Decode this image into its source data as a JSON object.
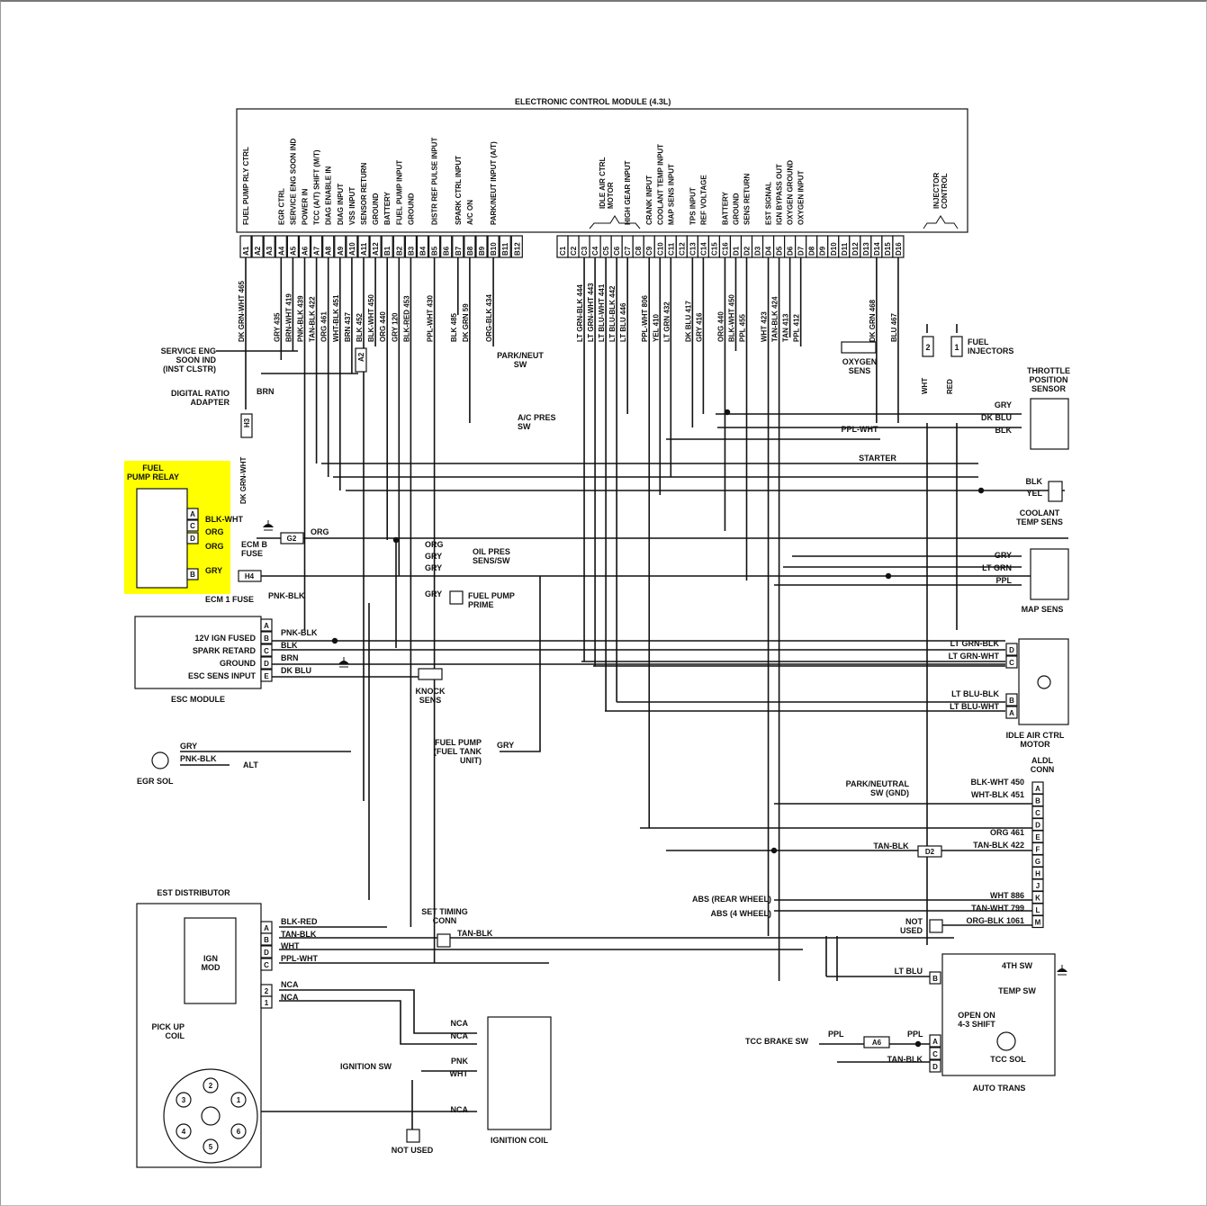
{
  "ecm": {
    "title": "ELECTRONIC CONTROL MODULE (4.3L)",
    "functions": [
      {
        "pin": "A1",
        "label": "FUEL PUMP RLY CTRL",
        "wire": "DK GRN-WHT 465"
      },
      {
        "pin": "A2",
        "label": "",
        "wire": ""
      },
      {
        "pin": "A3",
        "label": "",
        "wire": ""
      },
      {
        "pin": "A4",
        "label": "EGR CTRL",
        "wire": "GRY 435"
      },
      {
        "pin": "A5",
        "label": "SERVICE ENG SOON IND",
        "wire": "BRN-WHT 419"
      },
      {
        "pin": "A6",
        "label": "POWER IN",
        "wire": "PNK-BLK 439"
      },
      {
        "pin": "A7",
        "label": "TCC (A/T) SHIFT (M/T)",
        "wire": "TAN-BLK 422"
      },
      {
        "pin": "A8",
        "label": "DIAG ENABLE IN",
        "wire": "ORG 461"
      },
      {
        "pin": "A9",
        "label": "DIAG INPUT",
        "wire": "WHT-BLK 451"
      },
      {
        "pin": "A10",
        "label": "VSS INPUT",
        "wire": "BRN 437"
      },
      {
        "pin": "A11",
        "label": "SENSOR RETURN",
        "wire": "BLK 452"
      },
      {
        "pin": "A12",
        "label": "GROUND",
        "wire": "BLK-WHT 450"
      },
      {
        "pin": "B1",
        "label": "BATTERY",
        "wire": "ORG 440"
      },
      {
        "pin": "B2",
        "label": "FUEL PUMP INPUT",
        "wire": "GRY 120"
      },
      {
        "pin": "B3",
        "label": "GROUND",
        "wire": "BLK-RED 453"
      },
      {
        "pin": "B4",
        "label": "",
        "wire": ""
      },
      {
        "pin": "B5",
        "label": "DISTR REF PULSE INPUT",
        "wire": "PPL-WHT 430"
      },
      {
        "pin": "B6",
        "label": "",
        "wire": ""
      },
      {
        "pin": "B7",
        "label": "SPARK CTRL INPUT",
        "wire": "BLK 485"
      },
      {
        "pin": "B8",
        "label": "A/C ON",
        "wire": "DK GRN 59"
      },
      {
        "pin": "B9",
        "label": "",
        "wire": ""
      },
      {
        "pin": "B10",
        "label": "PARK/NEUT INPUT (A/T)",
        "wire": "ORG-BLK 434"
      },
      {
        "pin": "B11",
        "label": "",
        "wire": ""
      },
      {
        "pin": "B12",
        "label": "",
        "wire": ""
      },
      {
        "pin": "C1",
        "label": "",
        "wire": ""
      },
      {
        "pin": "C2",
        "label": "",
        "wire": ""
      },
      {
        "pin": "C3",
        "label": "",
        "wire": "LT GRN-BLK 444"
      },
      {
        "pin": "C4",
        "label": "",
        "wire": "LT GRN-WHT 443"
      },
      {
        "pin": "C5",
        "label": "",
        "wire": "LT BLU-WHT 441"
      },
      {
        "pin": "C6",
        "label": "",
        "wire": "LT BLU-BLK 442"
      },
      {
        "pin": "C7",
        "label": "HIGH GEAR INPUT",
        "wire": "LT BLU 446"
      },
      {
        "pin": "C8",
        "label": "",
        "wire": ""
      },
      {
        "pin": "C9",
        "label": "CRANK INPUT",
        "wire": "PPL-WHT 806"
      },
      {
        "pin": "C10",
        "label": "COOLANT TEMP INPUT",
        "wire": "YEL 410"
      },
      {
        "pin": "C11",
        "label": "MAP SENS INPUT",
        "wire": "LT GRN 432"
      },
      {
        "pin": "C12",
        "label": "",
        "wire": ""
      },
      {
        "pin": "C13",
        "label": "TPS INPUT",
        "wire": "DK BLU 417"
      },
      {
        "pin": "C14",
        "label": "REF VOLTAGE",
        "wire": "GRY 416"
      },
      {
        "pin": "C15",
        "label": "",
        "wire": ""
      },
      {
        "pin": "C16",
        "label": "BATTERY",
        "wire": "ORG 440"
      },
      {
        "pin": "D1",
        "label": "GROUND",
        "wire": "BLK-WHT 450"
      },
      {
        "pin": "D2",
        "label": "SENS RETURN",
        "wire": "PPL 455"
      },
      {
        "pin": "D3",
        "label": "",
        "wire": ""
      },
      {
        "pin": "D4",
        "label": "EST SIGNAL",
        "wire": "WHT 423"
      },
      {
        "pin": "D5",
        "label": "IGN BYPASS OUT",
        "wire": "TAN-BLK 424"
      },
      {
        "pin": "D6",
        "label": "OXYGEN GROUND",
        "wire": "TAN 413"
      },
      {
        "pin": "D7",
        "label": "OXYGEN INPUT",
        "wire": "PPL 412"
      },
      {
        "pin": "D8",
        "label": "",
        "wire": ""
      },
      {
        "pin": "D9",
        "label": "",
        "wire": ""
      },
      {
        "pin": "D10",
        "label": "",
        "wire": ""
      },
      {
        "pin": "D11",
        "label": "",
        "wire": ""
      },
      {
        "pin": "D12",
        "label": "",
        "wire": ""
      },
      {
        "pin": "D13",
        "label": "",
        "wire": ""
      },
      {
        "pin": "D14",
        "label": "",
        "wire": "DK GRN 468"
      },
      {
        "pin": "D15",
        "label": "",
        "wire": ""
      },
      {
        "pin": "D16",
        "label": "",
        "wire": "BLU 467"
      }
    ],
    "group_labels": {
      "idle_air": "IDLE AIR CTRL MOTOR",
      "injector": "INJECTOR CONTROL"
    }
  },
  "labels": {
    "service_eng": [
      "SERVICE ENG",
      "SOON IND",
      "(INST CLSTR)"
    ],
    "digital_ratio": [
      "DIGITAL RATIO",
      "ADAPTER"
    ],
    "digital_ratio_wire": "BRN",
    "park_neut_sw": [
      "PARK/NEUT",
      "SW"
    ],
    "ac_pres_sw": [
      "A/C PRES",
      "SW"
    ],
    "oxygen_sens": [
      "OXYGEN",
      "SENS"
    ],
    "fuel_injectors": [
      "FUEL",
      "INJECTORS"
    ],
    "injector_wires": [
      "WHT",
      "RED"
    ],
    "injector_nums": [
      "2",
      "1"
    ],
    "tps": [
      "THROTTLE",
      "POSITION",
      "SENSOR"
    ],
    "tps_wires": [
      "GRY",
      "DK BLU",
      "BLK"
    ],
    "starter": "STARTER",
    "starter_wire": "PPL-WHT",
    "coolant": [
      "COOLANT",
      "TEMP SENS"
    ],
    "coolant_wires": [
      "BLK",
      "YEL"
    ],
    "map_sens": "MAP SENS",
    "map_wires": [
      "GRY",
      "LT GRN",
      "PPL"
    ],
    "fuel_pump_relay": [
      "FUEL",
      "PUMP RELAY"
    ],
    "relay_pins": [
      "A",
      "C",
      "D",
      "B"
    ],
    "relay_wires": [
      "BLK-WHT",
      "ORG",
      "ORG",
      "GRY"
    ],
    "ecm_b_fuse": [
      "ECM B",
      "FUSE"
    ],
    "ecm_1_fuse": "ECM 1 FUSE",
    "ecm_1_wire": "PNK-BLK",
    "g2": "G2",
    "g2_wire": "ORG",
    "h3": "H3",
    "h4": "H4",
    "a2": "A2",
    "dk_grn_wht": "DK GRN-WHT",
    "oil_pres": [
      "OIL PRES",
      "SENS/SW"
    ],
    "oil_wires": [
      "ORG",
      "GRY",
      "GRY"
    ],
    "fuel_pump_prime": [
      "FUEL PUMP",
      "PRIME"
    ],
    "fuel_pump_prime_wire": "GRY",
    "esc_module": "ESC MODULE",
    "esc_pins": [
      "A",
      "B",
      "C",
      "D",
      "E"
    ],
    "esc_funcs": [
      "",
      "12V IGN FUSED",
      "SPARK RETARD",
      "GROUND",
      "ESC SENS INPUT"
    ],
    "esc_wires": [
      "PNK-BLK",
      "BLK",
      "BRN",
      "DK BLU"
    ],
    "knock_sens": [
      "KNOCK",
      "SENS"
    ],
    "fuel_pump_tank": [
      "FUEL PUMP",
      "(FUEL TANK",
      "UNIT)"
    ],
    "fuel_pump_tank_wire": "GRY",
    "egr_sol": "EGR SOL",
    "egr_wires": [
      "GRY",
      "PNK-BLK"
    ],
    "alt": "ALT",
    "iac_motor": [
      "IDLE AIR CTRL",
      "MOTOR"
    ],
    "iac_pins": [
      "D",
      "C",
      "B",
      "A"
    ],
    "iac_wires": [
      "LT GRN-BLK",
      "LT GRN-WHT",
      "LT BLU-BLK",
      "LT BLU-WHT"
    ],
    "aldl": [
      "ALDL",
      "CONN"
    ],
    "aldl_pins": [
      "A",
      "B",
      "C",
      "D",
      "E",
      "F",
      "G",
      "H",
      "J",
      "K",
      "L",
      "M"
    ],
    "park_neutral_gnd": [
      "PARK/NEUTRAL",
      "SW (GND)"
    ],
    "aldl_wires": [
      "BLK-WHT 450",
      "WHT-BLK 451",
      "ORG 461",
      "TAN-BLK 422",
      "WHT 886",
      "TAN-WHT 799",
      "ORG-BLK 1061"
    ],
    "tan_blk": "TAN-BLK",
    "d2": "D2",
    "abs_rear": "ABS (REAR WHEEL)",
    "abs_4": "ABS (4 WHEEL)",
    "not_used": [
      "NOT",
      "USED"
    ],
    "est_distributor": "EST DISTRIBUTOR",
    "ign_mod": [
      "IGN",
      "MOD"
    ],
    "pick_up_coil": [
      "PICK UP",
      "COIL"
    ],
    "dist_pins": [
      "A",
      "B",
      "D",
      "C",
      "2",
      "1"
    ],
    "dist_wires": [
      "BLK-RED",
      "TAN-BLK",
      "WHT",
      "PPL-WHT",
      "NCA",
      "NCA"
    ],
    "set_timing": [
      "SET TIMING",
      "CONN"
    ],
    "set_timing_wire": "TAN-BLK",
    "cylinders": [
      "1",
      "2",
      "3",
      "4",
      "5",
      "6"
    ],
    "ignition_sw": "IGNITION SW",
    "ign_coil_wires": [
      "NCA",
      "NCA",
      "PNK",
      "WHT",
      "NCA"
    ],
    "ignition_coil": "IGNITION COIL",
    "not_used_bottom": "NOT USED",
    "auto_trans": "AUTO TRANS",
    "trans_pins": [
      "B",
      "A",
      "C",
      "D"
    ],
    "fourth_sw": "4TH SW",
    "temp_sw": "TEMP SW",
    "open_on": [
      "OPEN ON",
      "4-3 SHIFT"
    ],
    "tcc_sol": "TCC SOL",
    "tcc_brake_sw": "TCC BRAKE SW",
    "lt_blu": "LT BLU",
    "ppl": "PPL",
    "a6": "A6",
    "trans_tan_blk": "TAN-BLK"
  },
  "highlight_color": "#ffff00"
}
